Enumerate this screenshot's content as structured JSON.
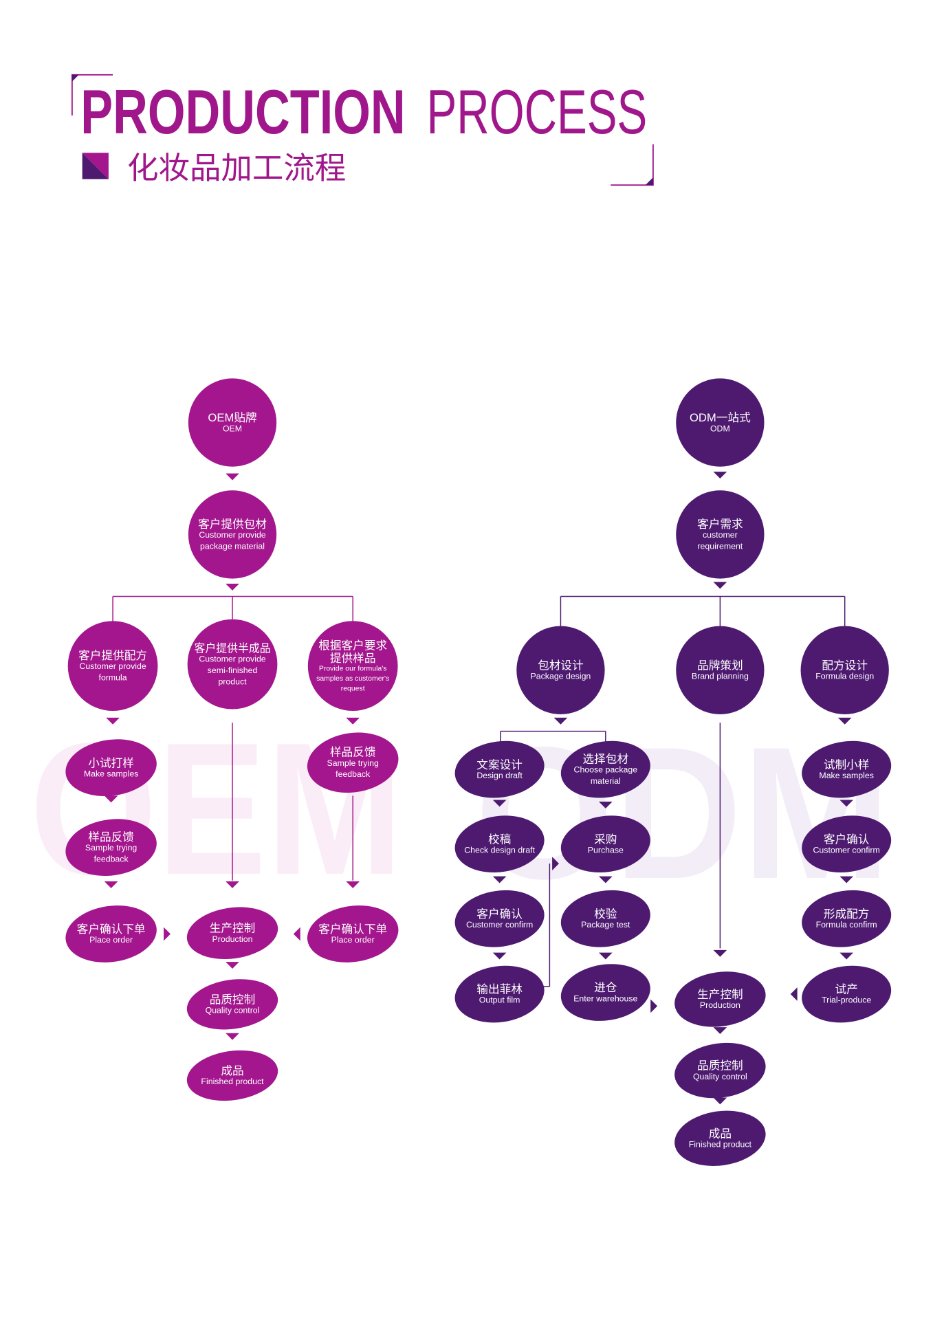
{
  "header": {
    "title_bold": "PRODUCTION",
    "title_light": "PROCESS",
    "subtitle": "化妆品加工流程"
  },
  "watermarks": {
    "oem": "OEM",
    "odm": "ODM"
  },
  "colors": {
    "oem": "#a3168d",
    "odm": "#4d1a70",
    "title": "#a0178b",
    "watermark_oem": "#fbedf7",
    "watermark_odm": "#f2edf6",
    "node_text": "#ffffff"
  },
  "oem": {
    "nodes": [
      {
        "cn": [
          "OEM贴牌"
        ],
        "en": [
          "OEM"
        ]
      },
      {
        "cn": [
          "客户提供包材"
        ],
        "en": [
          "Customer provide",
          "package material"
        ]
      },
      {
        "cn": [
          "客户提供配方"
        ],
        "en": [
          "Customer provide",
          "formula"
        ]
      },
      {
        "cn": [
          "客户提供半成品"
        ],
        "en": [
          "Customer provide",
          "semi-finished",
          "product"
        ]
      },
      {
        "cn": [
          "根据客户要求",
          "提供样品"
        ],
        "en": [
          "Provide our formula's",
          "samples as customer's",
          "request"
        ]
      },
      {
        "cn": [
          "小试打样"
        ],
        "en": [
          "Make samples"
        ]
      },
      {
        "cn": [
          "样品反馈"
        ],
        "en": [
          "Sample trying",
          "feedback"
        ]
      },
      {
        "cn": [
          "样品反馈"
        ],
        "en": [
          "Sample trying",
          "feedback"
        ]
      },
      {
        "cn": [
          "客户确认下单"
        ],
        "en": [
          "Place order"
        ]
      },
      {
        "cn": [
          "生产控制"
        ],
        "en": [
          "Production"
        ]
      },
      {
        "cn": [
          "客户确认下单"
        ],
        "en": [
          "Place order"
        ]
      },
      {
        "cn": [
          "品质控制"
        ],
        "en": [
          "Quality control"
        ]
      },
      {
        "cn": [
          "成品"
        ],
        "en": [
          "Finished product"
        ]
      }
    ]
  },
  "odm": {
    "nodes": [
      {
        "cn": [
          "ODM一站式"
        ],
        "en": [
          "ODM"
        ]
      },
      {
        "cn": [
          "客户需求"
        ],
        "en": [
          "customer",
          "requirement"
        ]
      },
      {
        "cn": [
          "包材设计"
        ],
        "en": [
          "Package design"
        ]
      },
      {
        "cn": [
          "品牌策划"
        ],
        "en": [
          "Brand planning"
        ]
      },
      {
        "cn": [
          "配方设计"
        ],
        "en": [
          "Formula design"
        ]
      },
      {
        "cn": [
          "文案设计"
        ],
        "en": [
          "Design draft"
        ]
      },
      {
        "cn": [
          "选择包材"
        ],
        "en": [
          "Choose package",
          "material"
        ]
      },
      {
        "cn": [
          "试制小样"
        ],
        "en": [
          "Make samples"
        ]
      },
      {
        "cn": [
          "校稿"
        ],
        "en": [
          "Check design draft"
        ]
      },
      {
        "cn": [
          "采购"
        ],
        "en": [
          "Purchase"
        ]
      },
      {
        "cn": [
          "客户确认"
        ],
        "en": [
          "Customer confirm"
        ]
      },
      {
        "cn": [
          "客户确认"
        ],
        "en": [
          "Customer confirm"
        ]
      },
      {
        "cn": [
          "校验"
        ],
        "en": [
          "Package test"
        ]
      },
      {
        "cn": [
          "形成配方"
        ],
        "en": [
          "Formula confirm"
        ]
      },
      {
        "cn": [
          "输出菲林"
        ],
        "en": [
          "Output film"
        ]
      },
      {
        "cn": [
          "进仓"
        ],
        "en": [
          "Enter warehouse"
        ]
      },
      {
        "cn": [
          "生产控制"
        ],
        "en": [
          "Production"
        ]
      },
      {
        "cn": [
          "试产"
        ],
        "en": [
          "Trial-produce"
        ]
      },
      {
        "cn": [
          "品质控制"
        ],
        "en": [
          "Quality control"
        ]
      },
      {
        "cn": [
          "成品"
        ],
        "en": [
          "Finished product"
        ]
      }
    ]
  }
}
